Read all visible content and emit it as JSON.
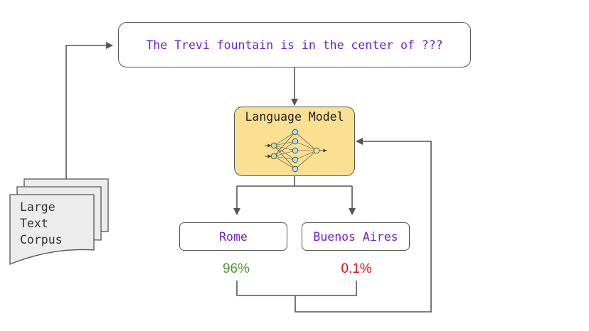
{
  "prompt": {
    "text": "The Trevi fountain is in the center of ???"
  },
  "model": {
    "title": "Language Model"
  },
  "answers": [
    {
      "label": "Rome",
      "probability": "96%"
    },
    {
      "label": "Buenos Aires",
      "probability": "0.1%"
    }
  ],
  "corpus": {
    "lines": [
      "Large",
      "Text",
      "Corpus"
    ]
  },
  "colors": {
    "model_fill": "#fbdf93",
    "text_purple": "#6e20c8",
    "prob_high": "#4e9a2e",
    "prob_low": "#dd1010",
    "node_fill": "#aee2e8",
    "input_node_fill": "#b5e6a0",
    "output_node_fill": "#fbdf93"
  },
  "icons": {
    "network": "neural-network-icon",
    "corpus": "document-stack-icon"
  }
}
